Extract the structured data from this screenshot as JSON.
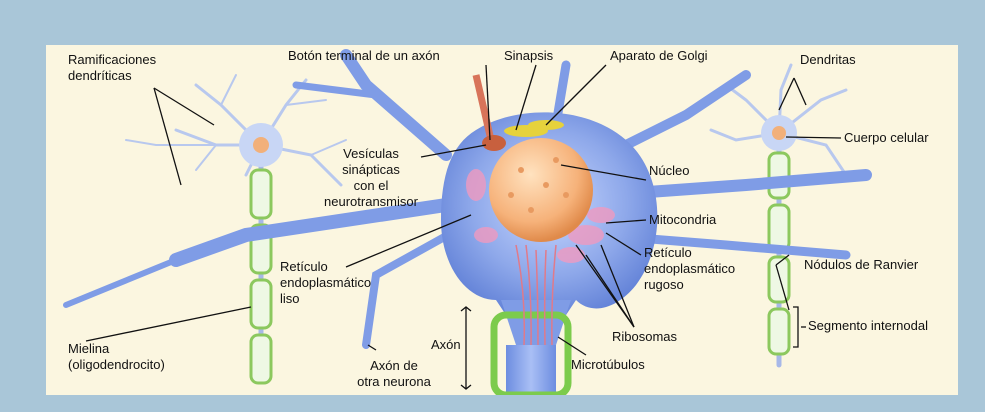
{
  "labels": {
    "ramificaciones": "Ramificaciones\ndendríticas",
    "boton": "Botón terminal de un axón",
    "sinapsis": "Sinapsis",
    "golgi": "Aparato de Golgi",
    "dendritas": "Dendritas",
    "cuerpo": "Cuerpo celular",
    "vesiculas": "Vesículas\nsinápticas\ncon el\nneurotransmisor",
    "nucleo": "Núcleo",
    "mitocondria": "Mitocondria",
    "reticulo_liso": "Retículo\nendoplasmático\nliso",
    "reticulo_rugoso": "Retículo\nendoplasmático\nrugoso",
    "nodulos": "Nódulos de Ranvier",
    "segmento": "Segmento internodal",
    "axon": "Axón",
    "ribosomas": "Ribosomas",
    "mielina": "Mielina\n(oligodendrocito)",
    "axon_otra": "Axón de\notra neurona",
    "microtubulos": "Microtúbulos"
  },
  "colors": {
    "background": "#a9c6d8",
    "panel": "#fbf6e0",
    "neuron": "#8aa6e6",
    "myelin": "#9ad36a",
    "nucleus": "#f5b47a"
  }
}
